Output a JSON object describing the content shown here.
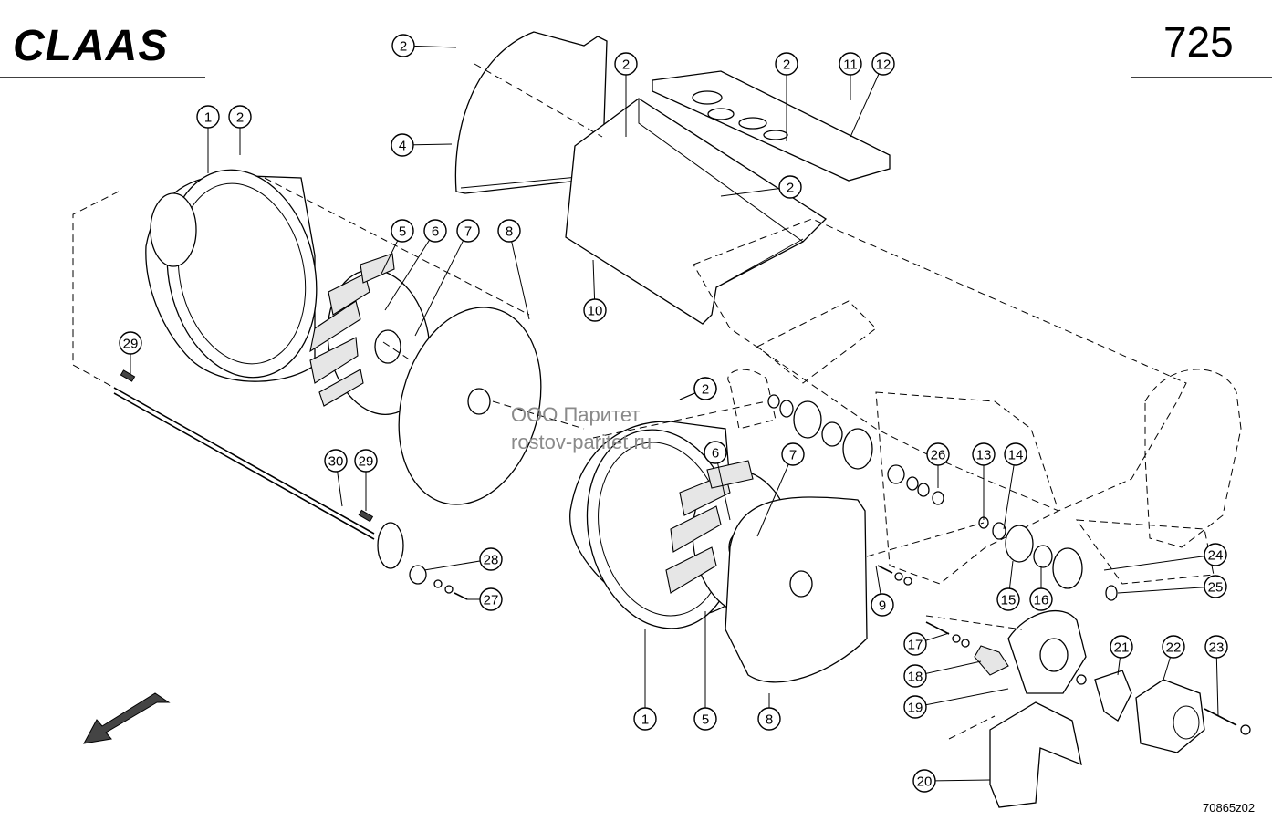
{
  "header": {
    "brand": "CLAAS",
    "page_number": "725"
  },
  "watermark": {
    "line1": "ООО Паритет",
    "line2": "rostov-paritet.ru"
  },
  "footer": {
    "drawing_number": "70865z02"
  },
  "callouts": [
    "1",
    "2",
    "2",
    "2",
    "2",
    "2",
    "2",
    "4",
    "5",
    "6",
    "7",
    "8",
    "10",
    "11",
    "12",
    "29",
    "30",
    "29",
    "28",
    "27",
    "2",
    "6",
    "7",
    "26",
    "13",
    "14",
    "9",
    "15",
    "16",
    "24",
    "25",
    "17",
    "18",
    "19",
    "21",
    "22",
    "23",
    "20",
    "1",
    "5",
    "8"
  ]
}
